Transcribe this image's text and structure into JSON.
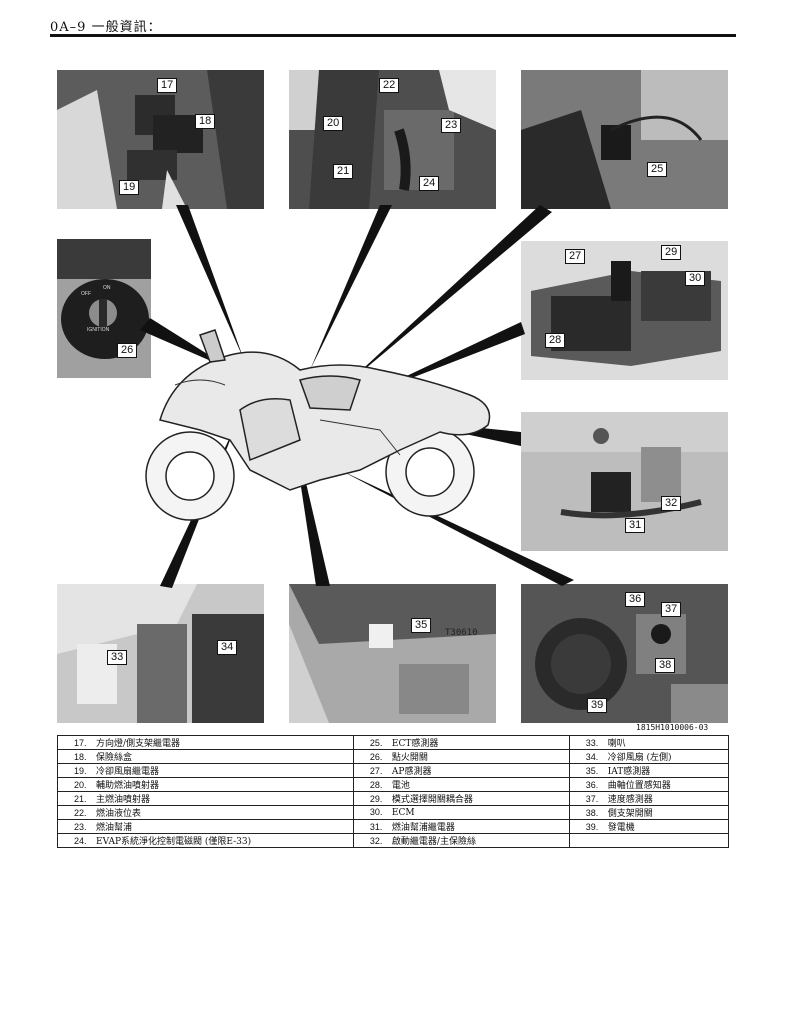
{
  "header": {
    "page": "0A–9 一般資訊："
  },
  "doc_number": "1815H1010006-03",
  "photos": [
    {
      "id": "p1",
      "labels": [
        "17",
        "18",
        "19"
      ]
    },
    {
      "id": "p2",
      "labels": [
        "22",
        "20",
        "23",
        "21",
        "24"
      ]
    },
    {
      "id": "p3",
      "labels": [
        "25"
      ]
    },
    {
      "id": "p4",
      "labels": [
        "26"
      ],
      "dial": [
        "OFF",
        "ON",
        "IGNITION"
      ]
    },
    {
      "id": "p5",
      "labels": [
        "27",
        "29",
        "30",
        "28"
      ]
    },
    {
      "id": "p6",
      "labels": [
        "32",
        "31"
      ]
    },
    {
      "id": "p7",
      "labels": [
        "33",
        "34"
      ]
    },
    {
      "id": "p8",
      "labels": [
        "35"
      ],
      "stamp": "T30610"
    },
    {
      "id": "p9",
      "labels": [
        "36",
        "37",
        "38",
        "39"
      ]
    }
  ],
  "legend": [
    [
      {
        "num": "17.",
        "text": "方向燈/側支架繼電器"
      },
      {
        "num": "25.",
        "text": "ECT感測器"
      },
      {
        "num": "33.",
        "text": "喇叭"
      }
    ],
    [
      {
        "num": "18.",
        "text": "保險絲盒"
      },
      {
        "num": "26.",
        "text": "點火開關"
      },
      {
        "num": "34.",
        "text": "冷卻風扇 (左側)"
      }
    ],
    [
      {
        "num": "19.",
        "text": "冷卻風扇繼電器"
      },
      {
        "num": "27.",
        "text": "AP感測器"
      },
      {
        "num": "35.",
        "text": "IAT感測器"
      }
    ],
    [
      {
        "num": "20.",
        "text": "輔助燃油噴射器"
      },
      {
        "num": "28.",
        "text": "電池"
      },
      {
        "num": "36.",
        "text": "曲軸位置感知器"
      }
    ],
    [
      {
        "num": "21.",
        "text": "主燃油噴射器"
      },
      {
        "num": "29.",
        "text": "模式選擇開關耦合器"
      },
      {
        "num": "37.",
        "text": "速度感測器"
      }
    ],
    [
      {
        "num": "22.",
        "text": "燃油液位表"
      },
      {
        "num": "30.",
        "text": "ECM"
      },
      {
        "num": "38.",
        "text": "側支架開關"
      }
    ],
    [
      {
        "num": "23.",
        "text": "燃油幫浦"
      },
      {
        "num": "31.",
        "text": "燃油幫浦繼電器"
      },
      {
        "num": "39.",
        "text": "發電機"
      }
    ],
    [
      {
        "num": "24.",
        "text": "EVAP系統淨化控制電磁閥 (僅限E-33)"
      },
      {
        "num": "32.",
        "text": "啟動繼電器/主保險絲"
      },
      {
        "num": "",
        "text": ""
      }
    ]
  ]
}
